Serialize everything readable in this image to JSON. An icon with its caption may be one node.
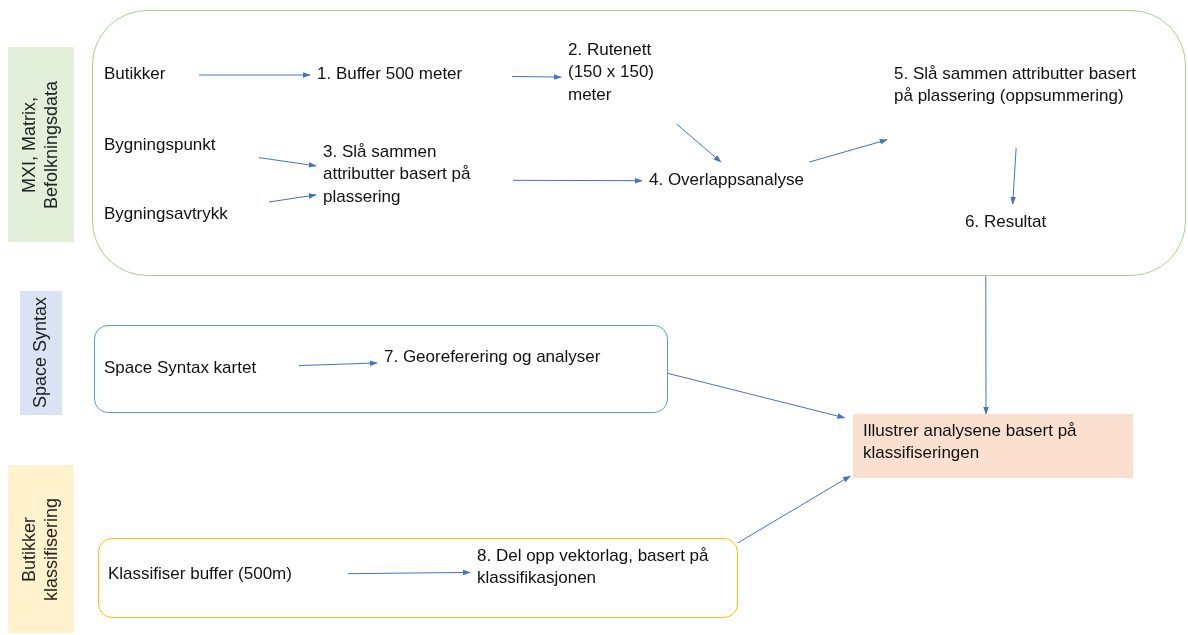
{
  "diagram": {
    "nodes": [
      {
        "text": [
          "MXI, Matrix, Befolkningsdata"
        ]
      },
      {
        "text": [],
        "shape": "box"
      },
      {
        "text": [
          "Butikker"
        ],
        "in": 1
      },
      {
        "text": [
          "1. Buffer 500 meter"
        ],
        "in": 1
      },
      {
        "text": [
          "2. Rutenett (150 x 150) meter"
        ],
        "in": 1
      },
      {
        "text": [
          "Bygningspunkt"
        ],
        "in": 1
      },
      {
        "text": [
          "3. Slå sammen attributter basert på plassering"
        ],
        "in": 1
      },
      {
        "text": [
          "Bygningsavtrykk"
        ],
        "in": 1
      },
      {
        "text": [
          "4. Overlappsanalyse"
        ],
        "in": 1
      },
      {
        "text": [
          "5. Slå sammen attributter basert på plassering (oppsummering)"
        ],
        "in": 1
      },
      {
        "text": [
          "6. Resultat"
        ],
        "in": 1
      },
      {
        "text": [
          "Space Syntax"
        ]
      },
      {
        "text": [],
        "shape": "box"
      },
      {
        "text": [
          "Space Syntax kartet"
        ],
        "in": 12
      },
      {
        "text": [
          "7. Georeferering og analyser"
        ],
        "in": 12
      },
      {
        "text": [
          "Illustrer analysene basert på klassifiseringen"
        ]
      },
      {
        "text": [
          "Butikker klassifisering"
        ]
      },
      {
        "text": [],
        "shape": "box"
      },
      {
        "text": [
          "Klassifiser buffer (500m)"
        ],
        "in": 17
      },
      {
        "text": [
          "8. Del opp vektorlag, basert på klassifikasjonen"
        ],
        "in": 17
      }
    ],
    "edges": [
      {
        "from": 2,
        "to": 3,
        "arrow": "to"
      },
      {
        "from": 3,
        "to": 4,
        "arrow": "to"
      },
      {
        "from": 5,
        "to": 6,
        "arrow": "to"
      },
      {
        "from": 7,
        "to": 6,
        "arrow": "to"
      },
      {
        "from": 4,
        "to": 8,
        "arrow": "to"
      },
      {
        "from": 6,
        "to": 8,
        "arrow": "to"
      },
      {
        "from": 8,
        "to": 9,
        "arrow": "to"
      },
      {
        "from": 9,
        "to": 10,
        "arrow": "to"
      },
      {
        "from": 1,
        "to": 15,
        "arrow": "to"
      },
      {
        "from": 13,
        "to": 14,
        "arrow": "to"
      },
      {
        "from": 12,
        "to": 15,
        "arrow": "to"
      },
      {
        "from": 18,
        "to": 19,
        "arrow": "to"
      },
      {
        "from": 17,
        "to": 15,
        "arrow": "to"
      }
    ]
  }
}
